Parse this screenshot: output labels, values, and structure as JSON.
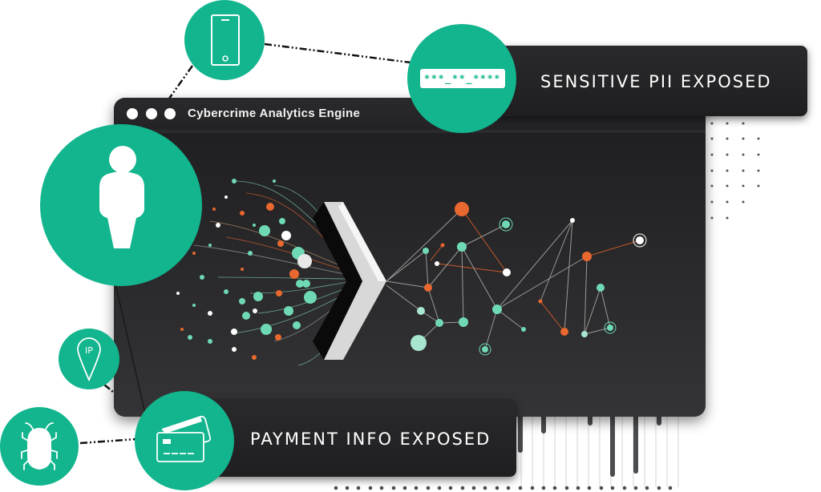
{
  "window": {
    "title": "Cybercrime Analytics Engine",
    "controls": [
      "close",
      "minimize",
      "maximize"
    ]
  },
  "banners": {
    "pii": {
      "label": "SENSITIVE PII EXPOSED",
      "masked_value": "***_**_****"
    },
    "payment": {
      "label": "PAYMENT INFO EXPOSED"
    }
  },
  "icons": {
    "phone": "phone-icon",
    "person": "person-icon",
    "ip_pin": {
      "name": "ip-location-pin-icon",
      "label": "IP"
    },
    "bug": "bug-icon",
    "credit_card": "credit-card-icon",
    "masked_ssn": "masked-ssn-icon"
  },
  "colors": {
    "accent_green": "#12b58d",
    "node_teal": "#6fd9b6",
    "node_orange": "#e8682f",
    "node_white": "#ffffff",
    "panel_dark": "#2b2a2c"
  }
}
